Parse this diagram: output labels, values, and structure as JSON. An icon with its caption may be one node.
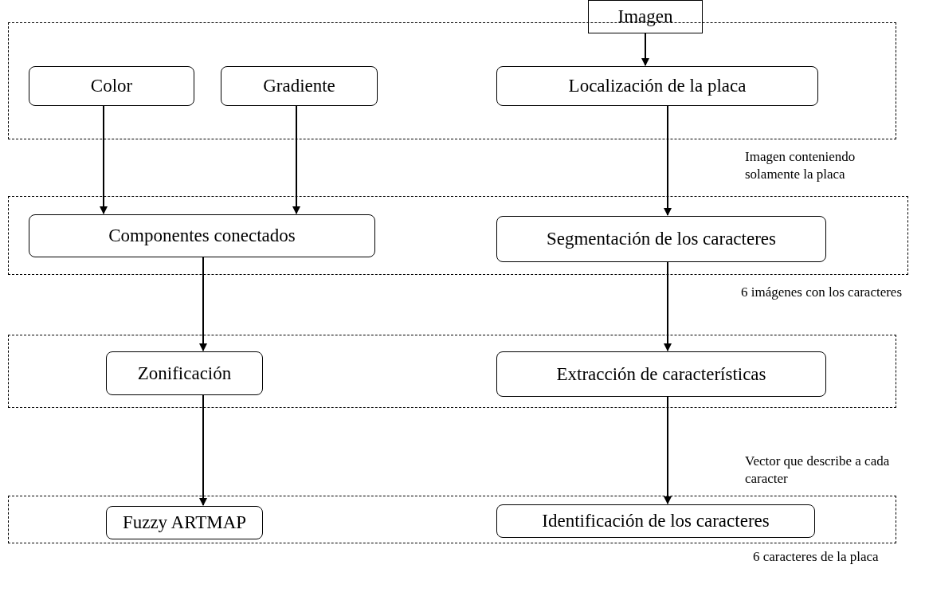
{
  "diagram": {
    "nodes": [
      {
        "text": [
          "Imagen"
        ]
      },
      {
        "text": [],
        "shape": "box"
      },
      {
        "text": [
          "Color"
        ],
        "in": 1
      },
      {
        "text": [
          "Gradiente"
        ],
        "in": 1
      },
      {
        "text": [
          "Localización de la placa"
        ],
        "in": 1
      },
      {
        "text": [],
        "shape": "box"
      },
      {
        "text": [
          "Componentes conectados"
        ],
        "in": 5
      },
      {
        "text": [
          "Segmentación de los caracteres"
        ],
        "in": 5
      },
      {
        "text": [],
        "shape": "box"
      },
      {
        "text": [
          "Zonificación"
        ],
        "in": 8
      },
      {
        "text": [
          "Extracción de características"
        ],
        "in": 8
      },
      {
        "text": [],
        "shape": "box"
      },
      {
        "text": [
          "Fuzzy ARTMAP"
        ],
        "in": 11
      },
      {
        "text": [
          "Identificación de los caracteres"
        ],
        "in": 11
      }
    ],
    "edges": [
      {
        "from": 0,
        "to": 4,
        "arrow": "to"
      },
      {
        "from": 2,
        "to": 6,
        "arrow": "to"
      },
      {
        "from": 3,
        "to": 6,
        "arrow": "to"
      },
      {
        "from": 4,
        "to": 7,
        "arrow": "to"
      },
      {
        "from": 6,
        "to": 9,
        "arrow": "to"
      },
      {
        "from": 7,
        "to": 10,
        "arrow": "to"
      },
      {
        "from": 9,
        "to": 12,
        "arrow": "to"
      },
      {
        "from": 10,
        "to": 13,
        "arrow": "to"
      }
    ],
    "labels": [
      "Imagen conteniendo solamente la placa",
      "6 imágenes con los caracteres",
      "Vector que describe a cada caracter",
      "6 caracteres de la placa"
    ]
  }
}
